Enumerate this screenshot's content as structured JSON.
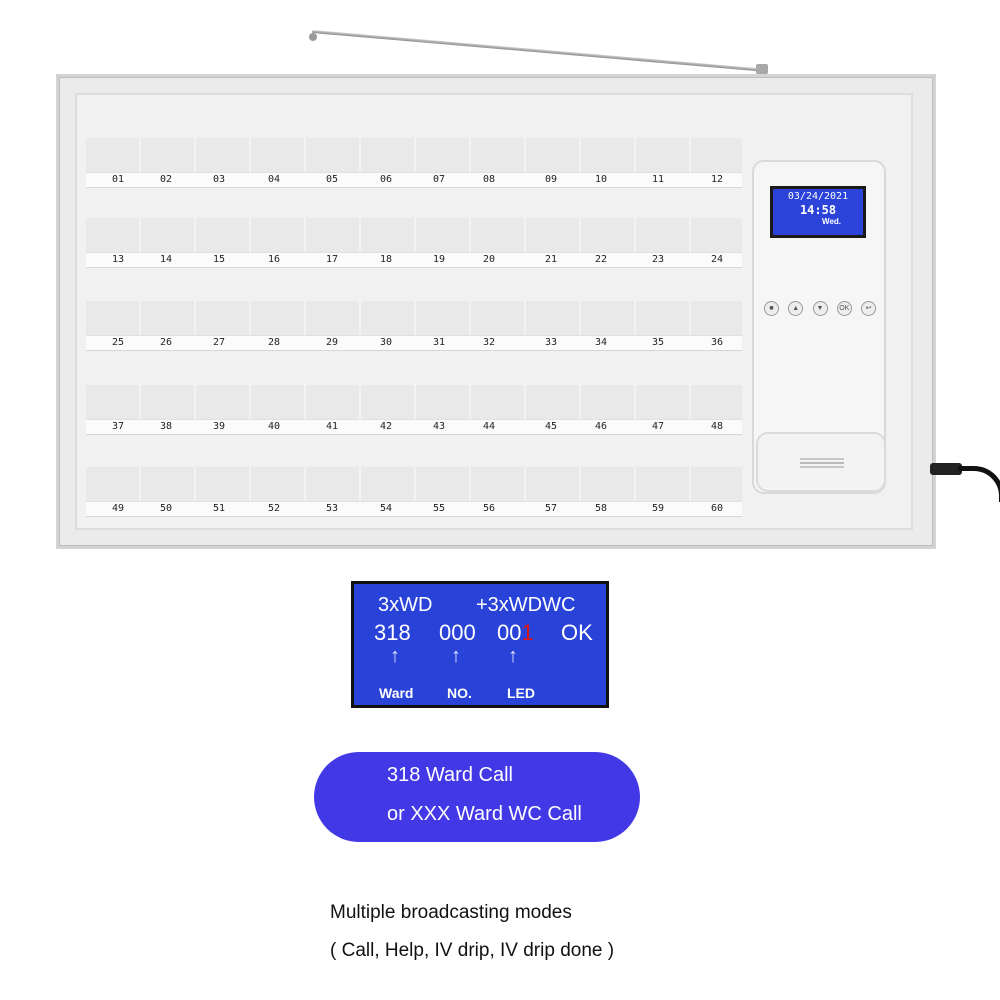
{
  "device": {
    "slot_rows": [
      [
        "01",
        "02",
        "03",
        "04",
        "05",
        "06",
        "07",
        "08",
        "09",
        "10",
        "11",
        "12"
      ],
      [
        "13",
        "14",
        "15",
        "16",
        "17",
        "18",
        "19",
        "20",
        "21",
        "22",
        "23",
        "24"
      ],
      [
        "25",
        "26",
        "27",
        "28",
        "29",
        "30",
        "31",
        "32",
        "33",
        "34",
        "35",
        "36"
      ],
      [
        "37",
        "38",
        "39",
        "40",
        "41",
        "42",
        "43",
        "44",
        "45",
        "46",
        "47",
        "48"
      ],
      [
        "49",
        "50",
        "51",
        "52",
        "53",
        "54",
        "55",
        "56",
        "57",
        "58",
        "59",
        "60"
      ]
    ],
    "display": {
      "date": "03/24/2021",
      "time": "14:58",
      "weekday": "Wed."
    },
    "buttons": [
      {
        "name": "stop-icon",
        "glyph": "■"
      },
      {
        "name": "up-icon",
        "glyph": "▲"
      },
      {
        "name": "down-icon",
        "glyph": "▼"
      },
      {
        "name": "ok-icon",
        "glyph": "OK"
      },
      {
        "name": "back-icon",
        "glyph": "↩"
      }
    ]
  },
  "lcd": {
    "line1_left": "3xWD",
    "line1_right": "+3xWDWC",
    "ward": "318",
    "no": "000",
    "led_prefix": "00",
    "led_highlight": "1",
    "status": "OK",
    "label_ward": "Ward",
    "label_no": "NO.",
    "label_led": "LED",
    "arrow": "↑"
  },
  "pill": {
    "line1": "318 Ward Call",
    "line2": "or XXX Ward WC Call"
  },
  "caption": {
    "line1": "Multiple broadcasting modes",
    "line2": "( Call, Help, IV drip, IV drip done )"
  },
  "colors": {
    "lcd_blue": "#2942d8",
    "pill_blue": "#4338e6",
    "highlight_red": "#e01414"
  }
}
